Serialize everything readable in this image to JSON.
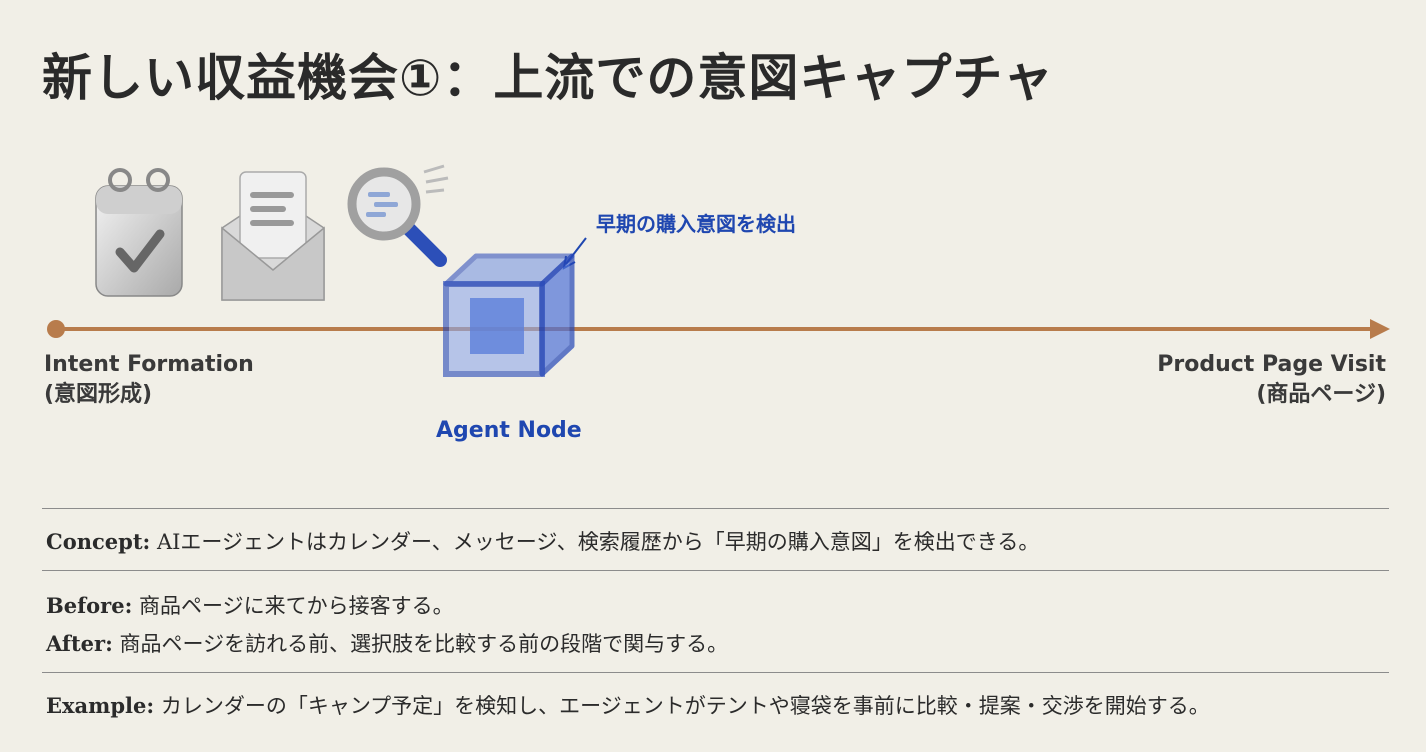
{
  "title": "新しい収益機会①：上流での意図キャプチャ",
  "timeline": {
    "start_label_en": "Intent Formation",
    "start_label_ja": "(意図形成)",
    "end_label_en": "Product Page Visit",
    "end_label_ja": "(商品ページ)",
    "node_label": "Agent Node",
    "callout": "早期の購入意図を検出"
  },
  "icons": [
    "calendar-icon",
    "envelope-icon",
    "magnifier-icon",
    "cube-icon"
  ],
  "colors": {
    "accent": "#1f47b0",
    "timeline": "#b87c4c",
    "background": "#f1efe7"
  },
  "rows": {
    "concept_label": "Concept:",
    "concept_text": " AIエージェントはカレンダー、メッセージ、検索履歴から「早期の購入意図」を検出できる。",
    "before_label": "Before:",
    "before_text": " 商品ページに来てから接客する。",
    "after_label": "After:",
    "after_text": " 商品ページを訪れる前、選択肢を比較する前の段階で関与する。",
    "example_label": "Example:",
    "example_text": " カレンダーの「キャンプ予定」を検知し、エージェントがテントや寝袋を事前に比較・提案・交渉を開始する。"
  }
}
